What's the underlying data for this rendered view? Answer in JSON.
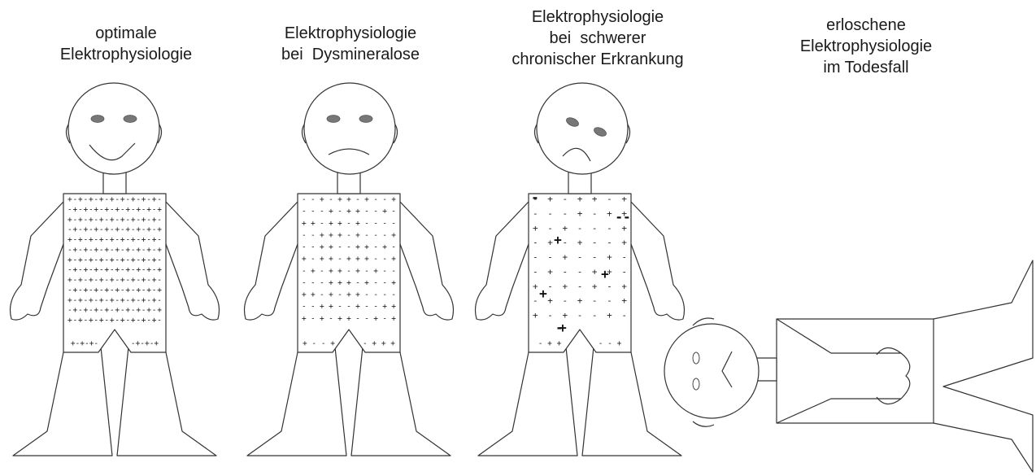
{
  "figures": [
    {
      "id": "optimal",
      "caption": [
        "optimale",
        "Elektrophysiologie"
      ],
      "expression": "smile",
      "charge_rows": [
        "+-+-+-+-+-+-+-+-+-",
        "-+-+-+-+-+-+-+-+-+",
        "+-+-+-+-+-+-+-+-+-",
        "-+-+-+-+-+-+-+-+-+",
        "+-+-+-+-+-+-+-+-+-",
        "-+-+-+-+-+-+-+-+-+",
        "+-+-+-+-+-+-+-+-+-",
        "-+-+-+-+-+-+-+-+-+",
        "+-+-+-+-+-+-+-+-+-",
        "-+-+-+-+-+-+-+-+-+",
        "+-+-+-+-+-+-+-+-+-",
        "-+-+-+-+-+-+-+-+-+",
        "+-+-+-+-+-+-+-+-+-"
      ],
      "crotch_row": [
        "+-+-+-",
        "-+-+-+"
      ]
    },
    {
      "id": "dysmineralose",
      "caption": [
        "Elektrophysiologie",
        "bei  Dysmineralose"
      ],
      "expression": "sad",
      "charge_rows": [
        "- - + - + + - + - - +",
        "- - - + - + + - - + -",
        "+ + - + + - + - - - -",
        "- - + + + - + - - - +",
        "- - + + - - + + - + -",
        "+ - + + - + + + - - +",
        "- + - + + - + - + - -",
        "- - - + + + - + - - +",
        "+ + - + - + + - - - -",
        "- - + + - - + - - + +",
        "+ - + - + + - - + - +"
      ],
      "crotch_row": [
        "+ - - +",
        "- + + +"
      ]
    },
    {
      "id": "chronisch",
      "caption": [
        "Elektrophysiologie",
        "bei  schwerer",
        "chronischer Erkrankung"
      ],
      "expression": "frown",
      "charge_rows": [
        "-  +  -  +  +  -  +",
        "-  -  -  +  -  +  +",
        "+  -  +  -  -  -  +",
        "-  +  -  +  -  -  +",
        "-  -  +  -  -  +  -",
        "-  +  -  -  +  +  -",
        "+  -  +  -  +  -  +",
        "-  +  -  +  -  -  +",
        "+  -  +  -  -  +  -"
      ],
      "bold_charges": [
        "-",
        "+",
        "+",
        "+",
        "-",
        "+",
        "--"
      ],
      "crotch_row": [
        "-  +  +",
        "-  -  +"
      ]
    },
    {
      "id": "todesfall",
      "caption": [
        "erloschene",
        "Elektrophysiologie",
        "im Todesfall"
      ],
      "expression": "lying"
    }
  ]
}
